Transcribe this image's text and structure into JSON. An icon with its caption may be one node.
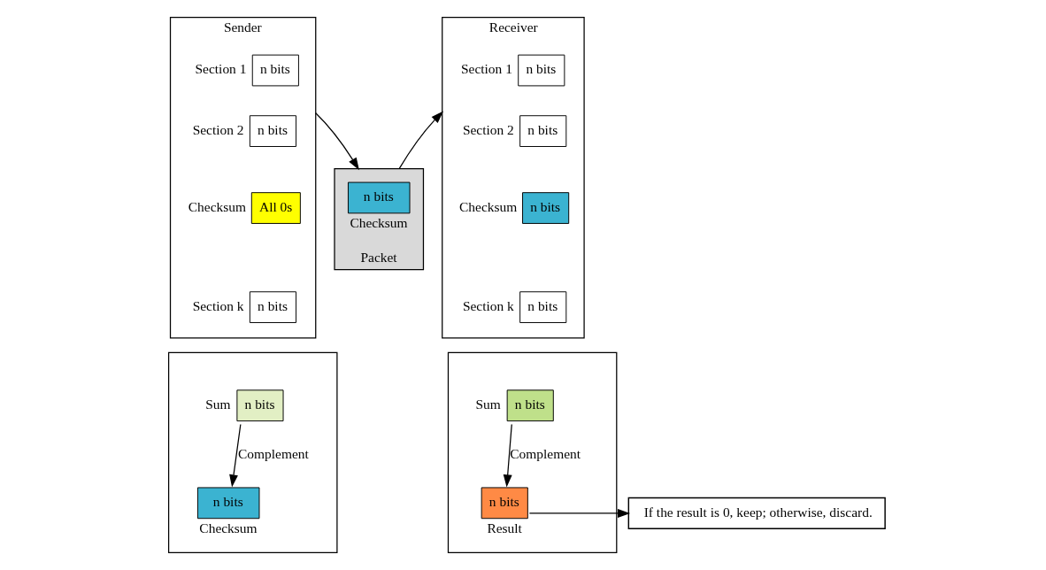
{
  "diagram": {
    "nodes": [
      {
        "text": [
          "Sender"
        ]
      },
      {
        "text": [
          "n bits"
        ],
        "in": 0,
        "beside": [
          "Section 1"
        ]
      },
      {
        "text": [
          "n bits"
        ],
        "in": 0,
        "beside": [
          "Section 2"
        ]
      },
      {
        "text": [
          "All 0s"
        ],
        "in": 0,
        "beside": [
          "Checksum"
        ]
      },
      {
        "text": [
          "n bits"
        ],
        "in": 0,
        "beside": [
          "Section k"
        ]
      },
      {
        "text": [],
        "shape": "box"
      },
      {
        "text": [
          "n bits"
        ],
        "in": 5,
        "beside": [
          "Sum"
        ]
      },
      {
        "text": [
          "n bits"
        ],
        "in": 5,
        "beside": [
          "Checksum"
        ]
      },
      {
        "text": [
          "Packet"
        ]
      },
      {
        "text": [
          "n bits"
        ],
        "in": 8,
        "beside": [
          "Checksum"
        ]
      },
      {
        "text": [
          "Receiver"
        ]
      },
      {
        "text": [
          "n bits"
        ],
        "in": 10,
        "beside": [
          "Section 1"
        ]
      },
      {
        "text": [
          "n bits"
        ],
        "in": 10,
        "beside": [
          "Section 2"
        ]
      },
      {
        "text": [
          "n bits"
        ],
        "in": 10,
        "beside": [
          "Checksum"
        ]
      },
      {
        "text": [
          "n bits"
        ],
        "in": 10,
        "beside": [
          "Section k"
        ]
      },
      {
        "text": [],
        "shape": "box"
      },
      {
        "text": [
          "n bits"
        ],
        "in": 15,
        "beside": [
          "Sum"
        ]
      },
      {
        "text": [
          "n bits"
        ],
        "in": 15,
        "beside": [
          "Result"
        ]
      },
      {
        "text": [
          "If the result is 0, keep; otherwise, discard."
        ]
      }
    ],
    "edges": [
      {
        "from": 0,
        "to": 8,
        "arrow": "to"
      },
      {
        "from": 8,
        "to": 10,
        "arrow": "to"
      },
      {
        "from": 6,
        "to": 7,
        "arrow": "to",
        "label": "Complement"
      },
      {
        "from": 16,
        "to": 17,
        "arrow": "to",
        "label": "Complement"
      },
      {
        "from": 17,
        "to": 18,
        "arrow": "to"
      }
    ]
  }
}
